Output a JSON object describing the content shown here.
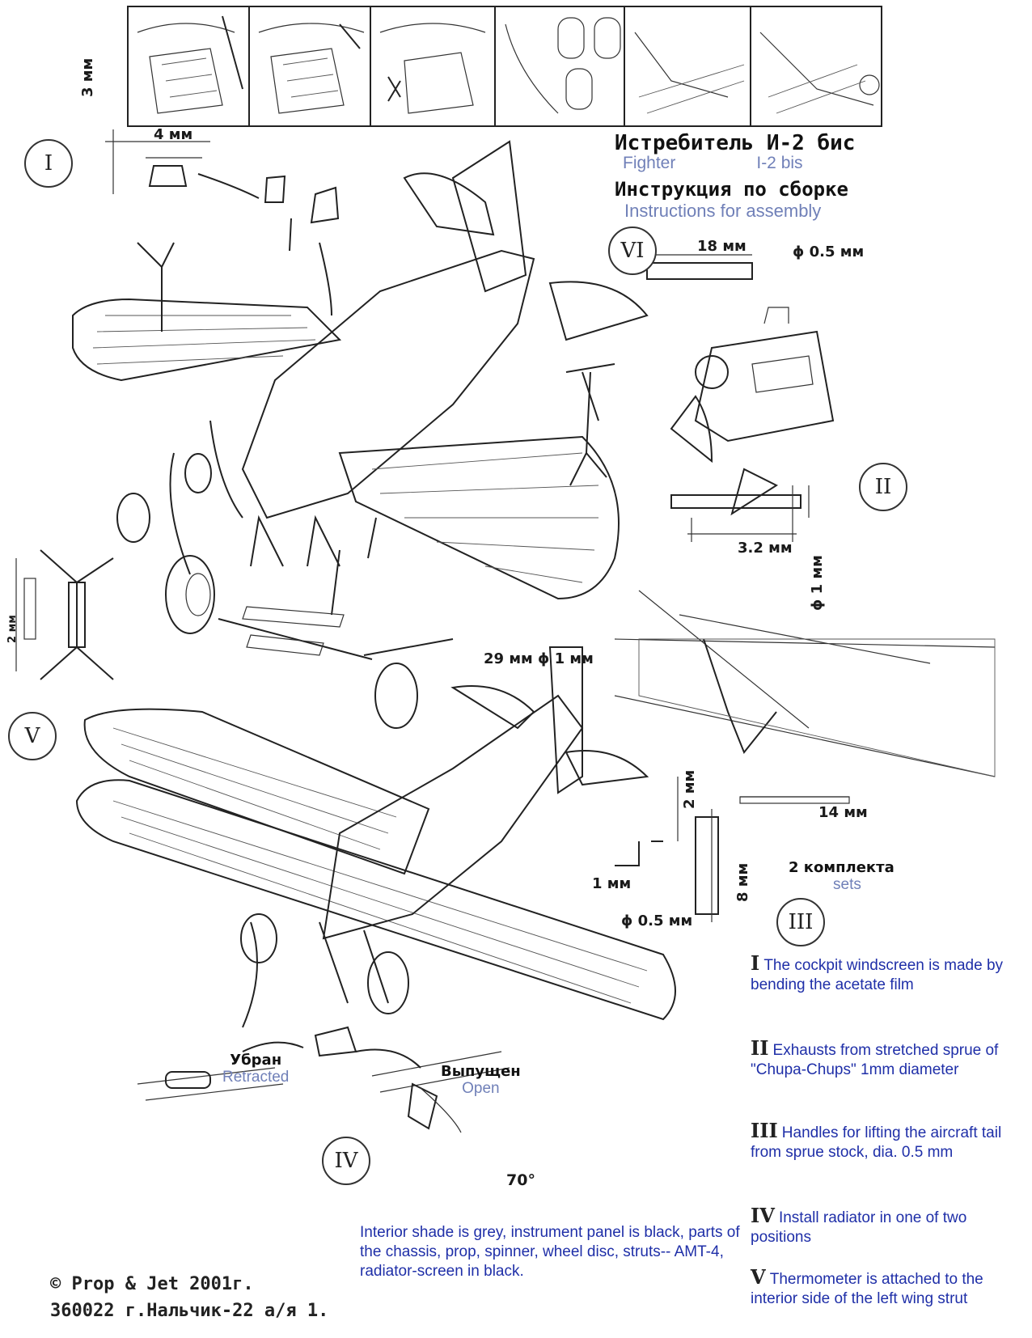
{
  "header": {
    "title_ru": "Истребитель И-2 бис",
    "title_en_left": "Fighter",
    "title_en_right": "I-2 bis",
    "subtitle_ru": "Инструкция по сборке",
    "subtitle_en": "Instructions for assembly"
  },
  "markers": {
    "I": "I",
    "II": "II",
    "III": "III",
    "IV": "IV",
    "V": "V",
    "VI": "VI"
  },
  "dimensions": {
    "d_3mm": "3 мм",
    "d_4mm": "4 мм",
    "d_18mm": "18 мм",
    "d_05mm_top": "ϕ 0.5 мм",
    "d_32mm": "3.2 мм",
    "d_1mm_vert": "ϕ 1 мм",
    "d_29mm": "29 мм ϕ 1 мм",
    "d_14mm": "14 мм",
    "d_2mm": "2 мм",
    "d_8mm": "8 мм",
    "d_1mm": "1 мм",
    "d_05mm_bottom": "ϕ 0.5 мм",
    "d_2mm_v": "2 мм",
    "angle_70": "70°"
  },
  "labels": {
    "sets_ru": "2 комплекта",
    "sets_en": "sets",
    "retracted_ru": "Убран",
    "retracted_en": "Retracted",
    "open_ru": "Выпущен",
    "open_en": "Open"
  },
  "notes": [
    {
      "num": "I",
      "text": "The cockpit windscreen is made by bending the acetate film"
    },
    {
      "num": "II",
      "text": "Exhausts from stretched sprue of \"Chupa-Chups\" 1mm diameter"
    },
    {
      "num": "III",
      "text": "Handles for lifting the aircraft tail from sprue stock, dia. 0.5 mm"
    },
    {
      "num": "IV",
      "text": "Install radiator in one of two positions"
    },
    {
      "num": "V",
      "text": "Thermometer is attached to the interior side of the left wing strut"
    }
  ],
  "interior_note": "Interior shade is grey, instrument panel is black, parts of the chassis, prop, spinner, wheel disc, struts-- AMT-4, radiator-screen in black.",
  "footer": {
    "copyright": "© Prop & Jet 2001г.",
    "address": "360022 г.Нальчик-22 а/я 1."
  }
}
